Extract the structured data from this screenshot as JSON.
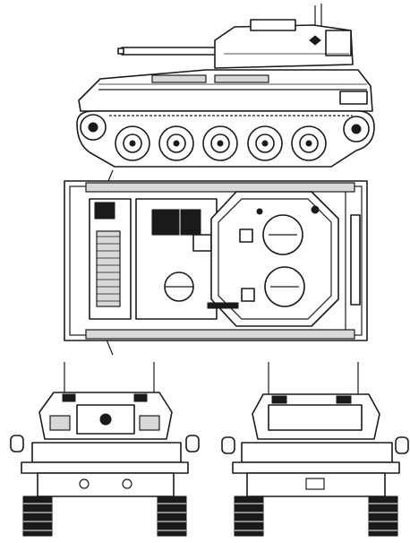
{
  "figure": {
    "views": [
      "side",
      "top",
      "front",
      "rear"
    ],
    "line_color": "#1a1a1a",
    "background": "#ffffff"
  }
}
